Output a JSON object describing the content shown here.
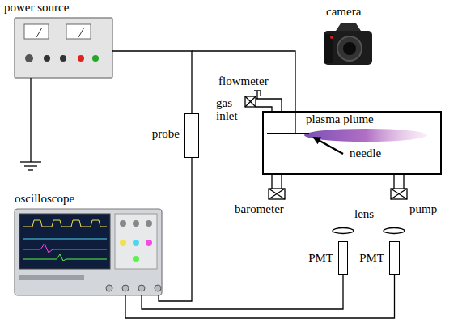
{
  "diagram": {
    "nodes": [
      {
        "text": [
          "power source"
        ]
      },
      {
        "text": [
          "probe"
        ]
      },
      {
        "text": [
          "oscilloscope"
        ]
      },
      {
        "text": [
          "PMT"
        ]
      },
      {
        "text": [
          "PMT"
        ]
      }
    ],
    "edges": [
      {
        "from": 0,
        "to": 1,
        "arrow": "none"
      },
      {
        "from": 1,
        "to": 2,
        "arrow": "none"
      },
      {
        "from": 3,
        "to": 2,
        "arrow": "none"
      },
      {
        "from": 4,
        "to": 2,
        "arrow": "none"
      }
    ],
    "labels": [
      "camera",
      "flowmeter",
      "gas inlet",
      "plasma plume",
      "needle",
      "barometer",
      "pump",
      "lens"
    ]
  }
}
